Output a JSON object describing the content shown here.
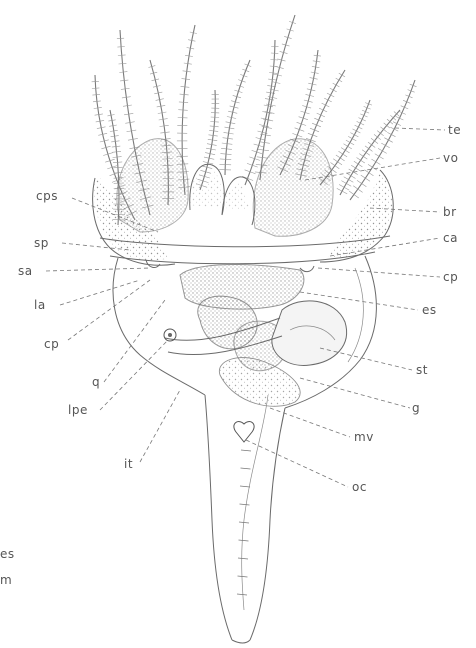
{
  "figure": {
    "labels": {
      "te": "te",
      "vo": "vo",
      "br": "br",
      "ca": "ca",
      "cp_right": "cp",
      "es": "es",
      "st": "st",
      "g": "g",
      "mv": "mv",
      "oc": "oc",
      "cps": "cps",
      "sp": "sp",
      "sa": "sa",
      "la": "la",
      "cp_left": "cp",
      "q": "q",
      "lpe": "lpe",
      "it": "it",
      "es_lower_left": "es",
      "m_lower_left": "m"
    }
  },
  "colors": {
    "ink": "#6a6a6a",
    "stipple": "#8a8a8a",
    "label": "#555555"
  }
}
